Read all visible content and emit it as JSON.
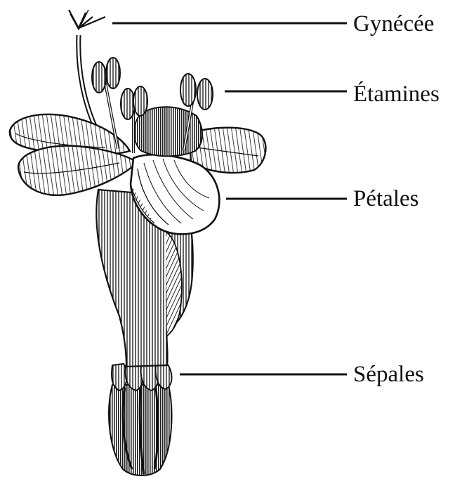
{
  "diagram": {
    "labels": {
      "gynecee": "Gynécée",
      "etamines": "Étamines",
      "petales": "Pétales",
      "sepales": "Sépales"
    },
    "colors": {
      "ink": "#111111",
      "paper": "#ffffff",
      "shade": "#333333"
    }
  }
}
